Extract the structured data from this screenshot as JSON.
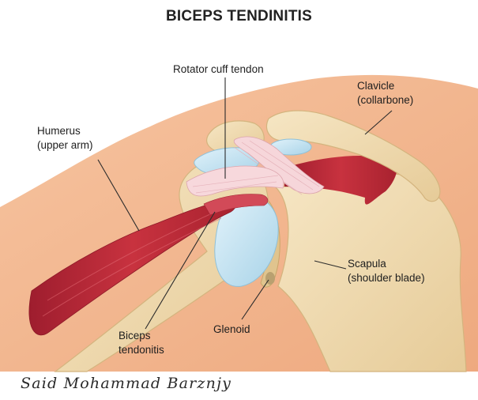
{
  "title": "BICEPS TENDINITIS",
  "labels": {
    "rotator_cuff": "Rotator cuff tendon",
    "clavicle_line1": "Clavicle",
    "clavicle_line2": "(collarbone)",
    "humerus_line1": "Humerus",
    "humerus_line2": "(upper arm)",
    "scapula_line1": "Scapula",
    "scapula_line2": "(shoulder blade)",
    "glenoid": "Glenoid",
    "biceps_line1": "Biceps",
    "biceps_line2": "tendonitis"
  },
  "signature": "Said Mohammad Barznjy",
  "colors": {
    "skin": "#f2b590",
    "bone": "#f1dcb3",
    "bone_shadow": "#dcc08e",
    "muscle": "#b8283a",
    "muscle_light": "#d9525c",
    "cartilage": "#bfe0ef",
    "tendon": "#f3cfd4",
    "leader_line": "#2b2b2b"
  }
}
